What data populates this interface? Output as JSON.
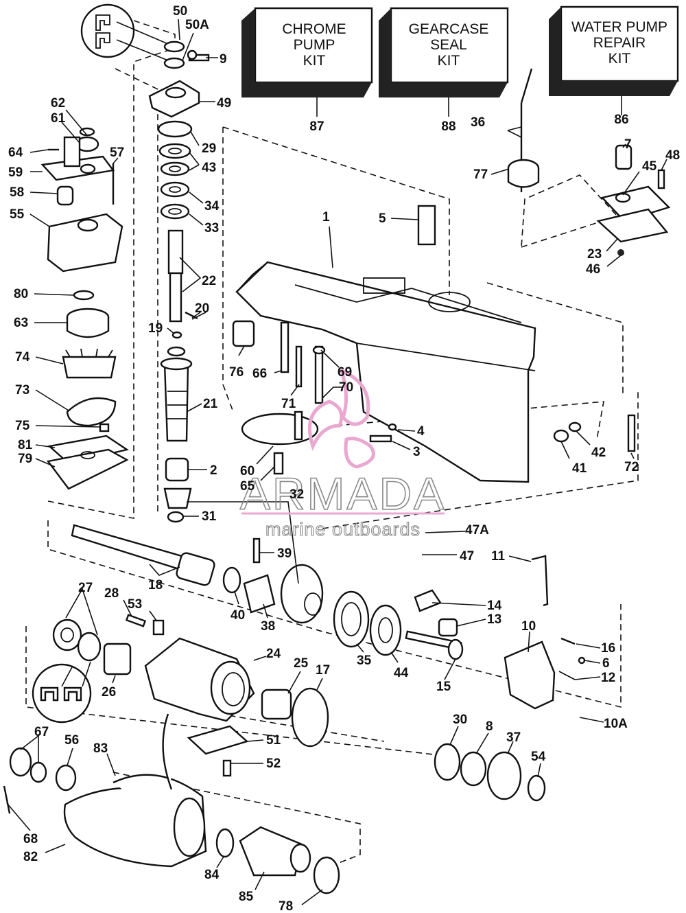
{
  "kits": [
    {
      "lines": [
        "CHROME",
        "PUMP",
        "KIT"
      ],
      "number": "87"
    },
    {
      "lines": [
        "GEARCASE",
        "SEAL",
        "KIT"
      ],
      "number": "88"
    },
    {
      "lines": [
        "WATER PUMP",
        "REPAIR",
        "KIT"
      ],
      "number": "86"
    }
  ],
  "watermark": {
    "brand": "ARMADA",
    "tagline": "marine outboards",
    "accent": "#e9a8d0",
    "line": "#e9a8d0"
  },
  "part_labels": {
    "p1": "1",
    "p2": "2",
    "p3": "3",
    "p4": "4",
    "p5": "5",
    "p6": "6",
    "p7": "7",
    "p8": "8",
    "p9": "9",
    "p10": "10",
    "p10A": "10A",
    "p11": "11",
    "p12": "12",
    "p13": "13",
    "p14": "14",
    "p15": "15",
    "p16": "16",
    "p17": "17",
    "p18": "18",
    "p19": "19",
    "p20": "20",
    "p21": "21",
    "p22": "22",
    "p23": "23",
    "p24": "24",
    "p25": "25",
    "p26": "26",
    "p27": "27",
    "p28": "28",
    "p29": "29",
    "p30": "30",
    "p31": "31",
    "p32": "32",
    "p33": "33",
    "p34": "34",
    "p35": "35",
    "p36": "36",
    "p37": "37",
    "p38": "38",
    "p39": "39",
    "p40": "40",
    "p41": "41",
    "p42": "42",
    "p43": "43",
    "p44": "44",
    "p45": "45",
    "p46": "46",
    "p47": "47",
    "p47A": "47A",
    "p48": "48",
    "p49": "49",
    "p50": "50",
    "p50A": "50A",
    "p51": "51",
    "p52": "52",
    "p53": "53",
    "p54": "54",
    "p55": "55",
    "p56": "56",
    "p57": "57",
    "p58": "58",
    "p59": "59",
    "p60": "60",
    "p61": "61",
    "p62": "62",
    "p63": "63",
    "p64": "64",
    "p65": "65",
    "p66": "66",
    "p67": "67",
    "p68": "68",
    "p69": "69",
    "p70": "70",
    "p71": "71",
    "p72": "72",
    "p73": "73",
    "p74": "74",
    "p75": "75",
    "p76": "76",
    "p77": "77",
    "p78": "78",
    "p79": "79",
    "p80": "80",
    "p81": "81",
    "p82": "82",
    "p83": "83",
    "p84": "84",
    "p85": "85"
  }
}
